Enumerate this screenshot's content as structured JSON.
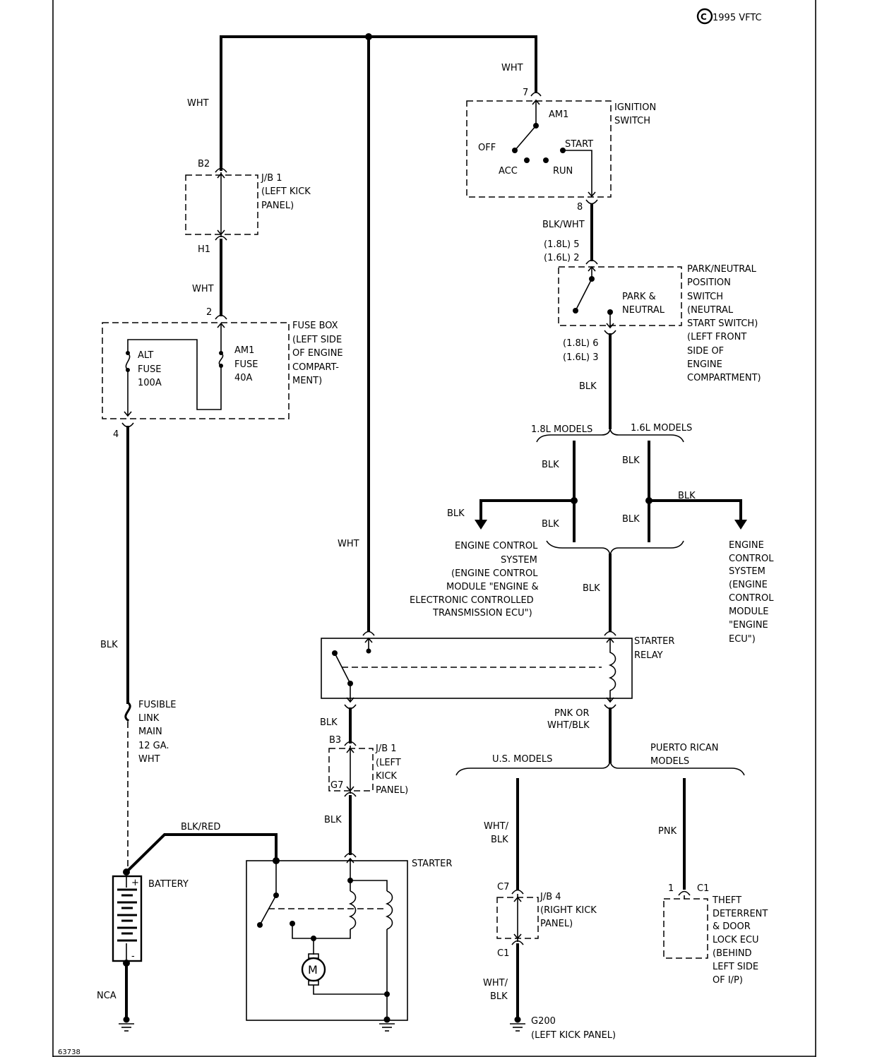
{
  "copyright": "1995 VFTC",
  "copyright_symbol": "C",
  "figure_id": "63738",
  "wire_colors": {
    "wht_top_left": "WHT",
    "wht_top_right": "WHT",
    "wht_mid_left": "WHT",
    "wht_long": "WHT",
    "blk_white": "BLK/WHT",
    "blk_pn_out": "BLK",
    "blk_18_branch": "BLK",
    "blk_16_branch": "BLK",
    "blk_ecm_left": "BLK",
    "blk_ecm_right": "BLK",
    "blk_18_lower": "BLK",
    "blk_16_lower": "BLK",
    "blk_to_relay": "BLK",
    "blk_left_main": "BLK",
    "blk_relay_out": "BLK",
    "blk_to_starter": "BLK",
    "blk_red": "BLK/RED",
    "nca": "NCA",
    "pnk_or": "PNK OR",
    "wht_blk_alt": "WHT/BLK",
    "wht_blk_us_1": "WHT/",
    "wht_blk_us_2": "BLK",
    "wht_blk_g_1": "WHT/",
    "wht_blk_g_2": "BLK",
    "pnk": "PNK"
  },
  "pins": {
    "b2": "B2",
    "h1": "H1",
    "fuse_2": "2",
    "fuse_4": "4",
    "ign_7": "7",
    "ign_8": "8",
    "pn_18_in": "(1.8L)  5",
    "pn_16_in": "(1.6L)  2",
    "pn_18_out": "(1.8L)  6",
    "pn_16_out": "(1.6L)  3",
    "b3": "B3",
    "g7": "G7",
    "c7": "C7",
    "c1_jb4": "C1",
    "td_1": "1",
    "td_c1": "C1"
  },
  "components": {
    "jb1_top": [
      "J/B 1",
      "(LEFT KICK",
      "PANEL)"
    ],
    "fuse_box": [
      "FUSE BOX",
      "(LEFT SIDE",
      "OF ENGINE",
      "COMPART-",
      "MENT)"
    ],
    "alt_fuse": [
      "ALT",
      "FUSE",
      "100A"
    ],
    "am1_fuse": [
      "AM1",
      "FUSE",
      "40A"
    ],
    "ignition_switch": [
      "IGNITION",
      "SWITCH"
    ],
    "ign_am1": "AM1",
    "ign_off": "OFF",
    "ign_acc": "ACC",
    "ign_run": "RUN",
    "ign_start": "START",
    "pn_switch": [
      "PARK/NEUTRAL",
      "POSITION",
      "SWITCH",
      "(NEUTRAL",
      "START SWITCH)",
      "(LEFT FRONT",
      "SIDE OF",
      "ENGINE",
      "COMPARTMENT)"
    ],
    "park_neutral": [
      "PARK &",
      "NEUTRAL"
    ],
    "models_18": "1.8L MODELS",
    "models_16": "1.6L MODELS",
    "ecs_left": [
      "ENGINE CONTROL",
      "SYSTEM",
      "(ENGINE CONTROL",
      "MODULE \"ENGINE &",
      "ELECTRONIC CONTROLLED",
      "TRANSMISSION ECU\")"
    ],
    "ecs_right": [
      "ENGINE",
      "CONTROL",
      "SYSTEM",
      "(ENGINE",
      "CONTROL",
      "MODULE",
      "\"ENGINE",
      "ECU\")"
    ],
    "starter_relay": [
      "STARTER",
      "RELAY"
    ],
    "fusible_link": [
      "FUSIBLE",
      "LINK",
      "MAIN",
      "12 GA.",
      "WHT"
    ],
    "jb1_mid": [
      "J/B 1",
      "(LEFT",
      "KICK",
      "PANEL)"
    ],
    "us_models": "U.S. MODELS",
    "pr_models": [
      "PUERTO RICAN",
      "MODELS"
    ],
    "jb4": [
      "J/B 4",
      "(RIGHT KICK",
      "PANEL)"
    ],
    "theft": [
      "THEFT",
      "DETERRENT",
      "& DOOR",
      "LOCK ECU",
      "(BEHIND",
      "LEFT SIDE",
      "OF I/P)"
    ],
    "battery": "BATTERY",
    "battery_plus": "+",
    "battery_minus": "-",
    "starter": "STARTER",
    "motor": "M",
    "g200": [
      "G200",
      "(LEFT KICK PANEL)"
    ]
  }
}
